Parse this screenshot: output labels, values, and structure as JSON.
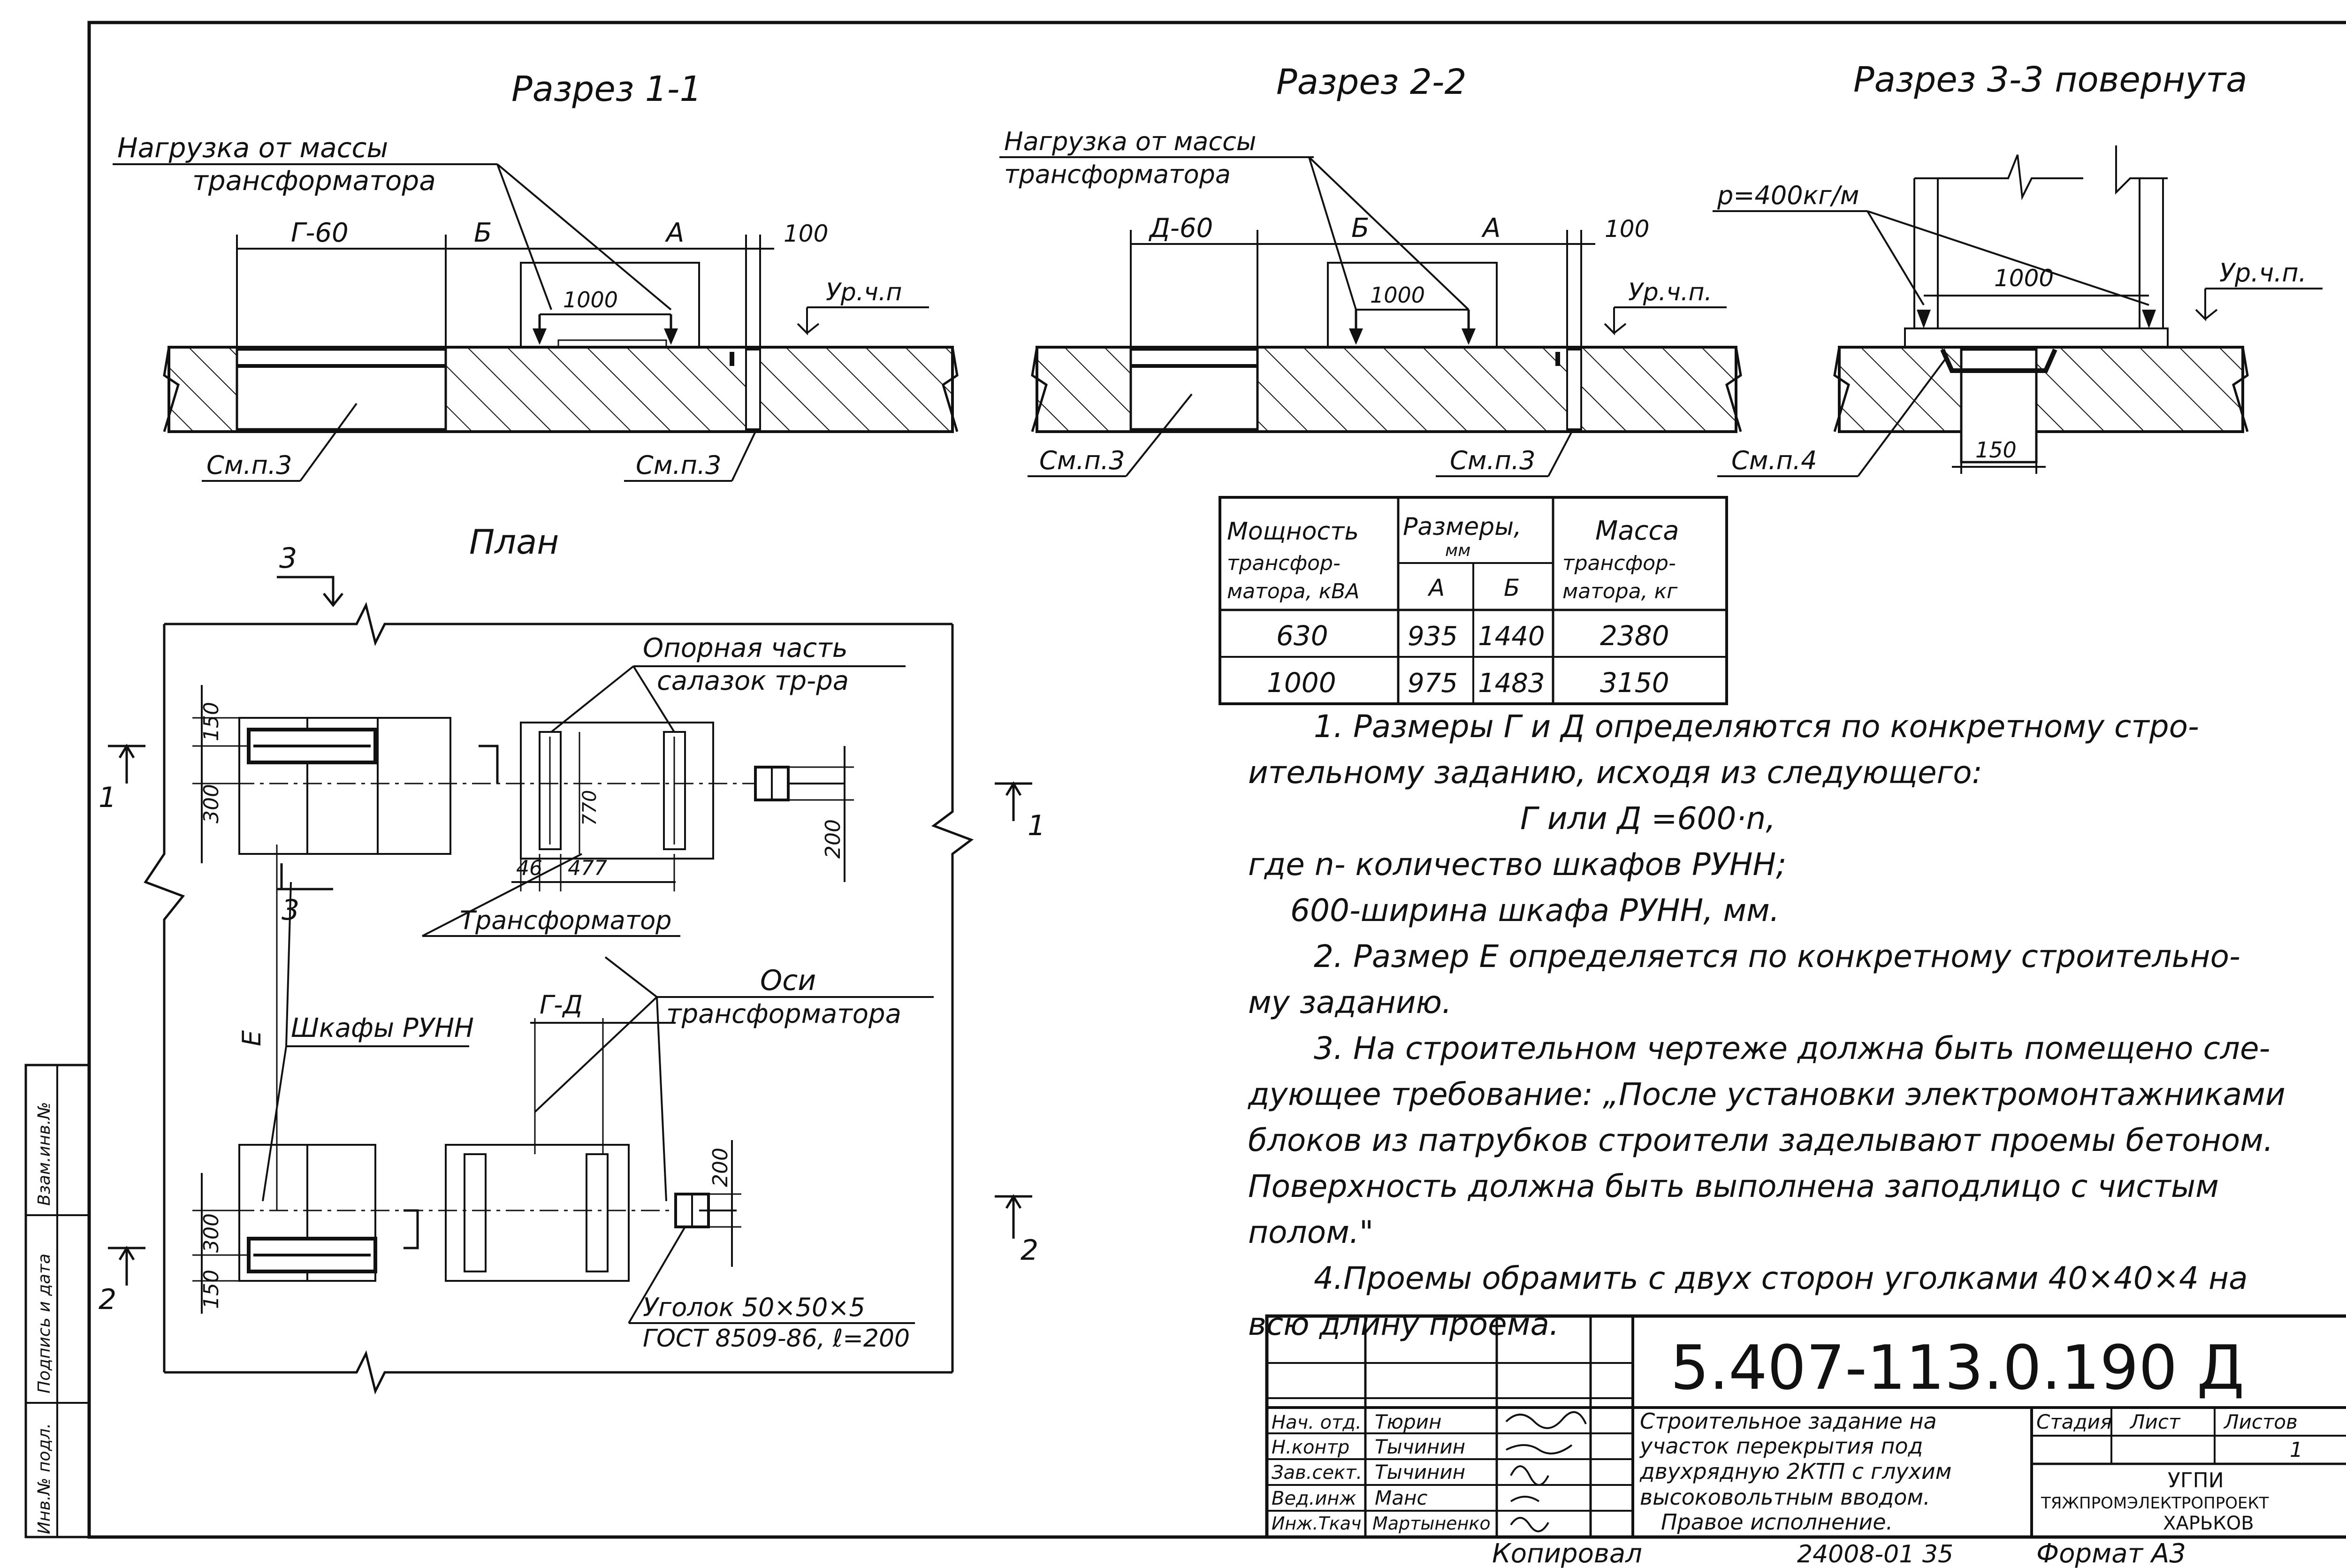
{
  "sections": {
    "s1": {
      "title": "Разрез 1-1",
      "load": [
        "Нагрузка от массы",
        "трансформатора"
      ],
      "dims": [
        "Г-60",
        "Б",
        "А",
        "100",
        "1000"
      ],
      "level": "Ур.ч.п",
      "refs": [
        "См.п.3",
        "См.п.3"
      ]
    },
    "s2": {
      "title": "Разрез 2-2",
      "load": [
        "Нагрузка от массы",
        "трансформатора"
      ],
      "dims": [
        "Д-60",
        "Б",
        "А",
        "100",
        "1000"
      ],
      "level": "Ур.ч.п.",
      "refs": [
        "См.п.3",
        "См.п.3"
      ]
    },
    "s3": {
      "title": "Разрез 3-3 повернута",
      "load": "р=400кг/м",
      "dims": [
        "1000",
        "150"
      ],
      "level": "Ур.ч.п.",
      "ref": "См.п.4"
    }
  },
  "plan": {
    "title": "План",
    "support": [
      "Опорная часть",
      "салазок тр-ра"
    ],
    "transformer": "Трансформатор",
    "cabinets": "Шкафы РУНН",
    "axes": [
      "Оси",
      "трансформатора"
    ],
    "angle": [
      "Уголок 50×50×5",
      "ГОСТ 8509-86, ℓ=200"
    ],
    "cut_marks": [
      "1",
      "1",
      "2",
      "2",
      "3",
      "3"
    ],
    "dims": [
      "150",
      "300",
      "46",
      "477",
      "770",
      "200",
      "Г-Д",
      "Е",
      "200",
      "300",
      "150"
    ]
  },
  "table": {
    "headers": {
      "power": [
        "Мощность",
        "трансфор-",
        "матора, кВА"
      ],
      "sizes": [
        "Размеры,",
        "мм"
      ],
      "sub": [
        "А",
        "Б"
      ],
      "mass": [
        "Масса",
        "трансфор-",
        "матора, кг"
      ]
    },
    "rows": [
      {
        "power": "630",
        "a": "935",
        "b": "1440",
        "mass": "2380"
      },
      {
        "power": "1000",
        "a": "975",
        "b": "1483",
        "mass": "3150"
      }
    ]
  },
  "notes": {
    "n1": [
      "1. Размеры Г и Д определяются по конкретному стро-",
      "ительному заданию, исходя из следующего:",
      "Г или Д =600·n,",
      "где n- количество шкафов РУНН;",
      "600-ширина шкафа РУНН, мм."
    ],
    "n2": [
      "2. Размер Е определяется по конкретному строительно-",
      "му заданию."
    ],
    "n3": [
      "3. На строительном чертеже должна быть помещено сле-",
      "дующее требование: „После установки электромонтажниками",
      "блоков из патрубков строители заделывают проемы бетоном.",
      "Поверхность должна быть выполнена заподлицо с чистым полом.\""
    ],
    "n4": [
      "4.Проемы обрамить с двух сторон уголками 40×40×4 на",
      "всю длину проема."
    ]
  },
  "title_block": {
    "code": "5.407-113.0.190 Д",
    "roles": [
      "Нач. отд.",
      "Н.контр",
      "Зав.сект.",
      "Вед.инж",
      "Инж.Ткач"
    ],
    "names": [
      "Тюрин",
      "Тычинин",
      "Тычинин",
      "Манс",
      "Мартыненко"
    ],
    "description": [
      "Строительное задание на",
      "участок перекрытия под",
      "двухрядную 2КТП с глухим",
      "высоковольтным вводом.",
      "Правое исполнение."
    ],
    "cols": [
      "Стадия",
      "Лист",
      "Листов"
    ],
    "sheet": "1",
    "org": [
      "УГПИ",
      "ТЯЖПРОМЭЛЕКТРОПРОЕКТ",
      "ХАРЬКОВ"
    ],
    "copied": "Копировал",
    "number": "24008-01 35",
    "format": "Формат А3"
  },
  "margin": [
    "Инв.№ подл.",
    "Подпись и дата",
    "Взам.инв.№"
  ]
}
